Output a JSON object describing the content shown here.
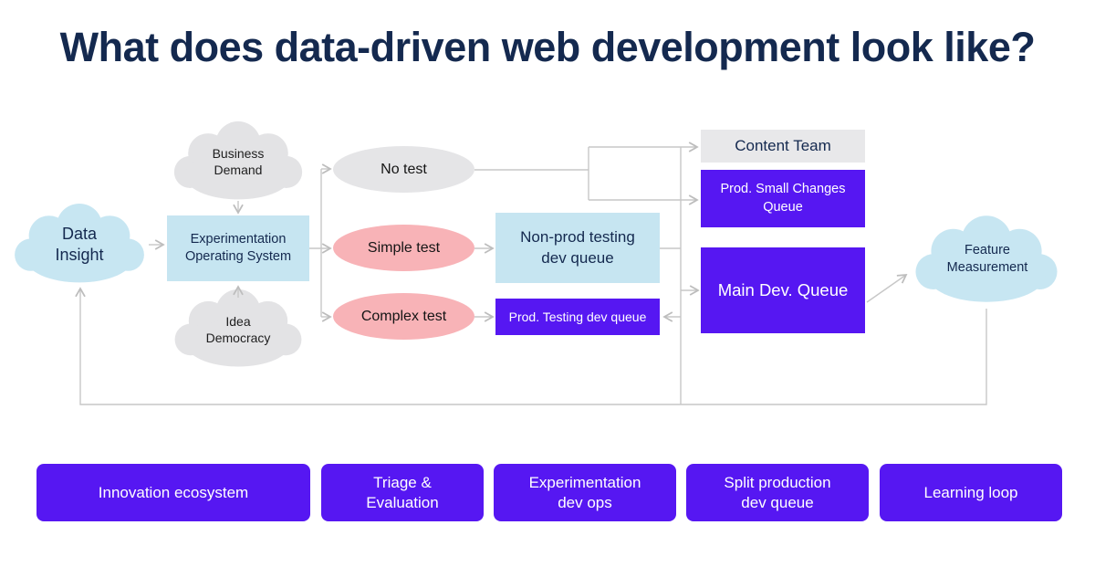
{
  "title": "What does data-driven web development look like?",
  "colors": {
    "accent_purple": "#5617f2",
    "light_blue": "#c6e5f1",
    "pink": "#f8b3b7",
    "gray": "#e5e5e7",
    "navy_text": "#14294f",
    "connector_gray": "#c7c7c7"
  },
  "clouds": {
    "business_demand": "Business\nDemand",
    "data_insight": "Data\nInsight",
    "idea_democracy": "Idea\nDemocracy",
    "feature_measurement": "Feature\nMeasurement"
  },
  "nodes": {
    "experimentation_os": "Experimentation\nOperating System",
    "no_test": "No test",
    "simple_test": "Simple test",
    "complex_test": "Complex test",
    "non_prod_queue": "Non-prod testing\ndev queue",
    "prod_testing_queue": "Prod. Testing dev queue",
    "content_team": "Content Team",
    "prod_small_changes_queue": "Prod. Small Changes\nQueue",
    "main_dev_queue": "Main Dev. Queue"
  },
  "stage_labels": [
    {
      "label": "Innovation ecosystem"
    },
    {
      "label": "Triage &\nEvaluation"
    },
    {
      "label": "Experimentation\ndev ops"
    },
    {
      "label": "Split production\ndev queue"
    },
    {
      "label": "Learning loop"
    }
  ]
}
